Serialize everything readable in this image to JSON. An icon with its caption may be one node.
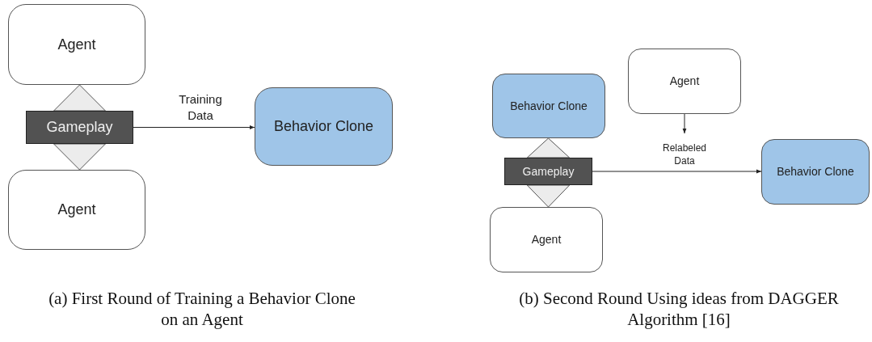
{
  "diagram": {
    "nodes": [
      {
        "text": [
          "Agent"
        ]
      },
      {
        "text": [
          "Gameplay"
        ]
      },
      {
        "text": [
          "Agent"
        ]
      },
      {
        "text": [
          "Behavior Clone"
        ]
      },
      {
        "text": [
          "Behavior Clone"
        ]
      },
      {
        "text": [
          "Agent"
        ]
      },
      {
        "text": [
          "Gameplay"
        ]
      },
      {
        "text": [
          "Agent"
        ]
      },
      {
        "text": [
          "Behavior Clone"
        ]
      }
    ],
    "edges": [
      {
        "from": 1,
        "to": 0,
        "arrow": "to",
        "style": "thick"
      },
      {
        "from": 1,
        "to": 2,
        "arrow": "to",
        "style": "thick"
      },
      {
        "from": 1,
        "to": 3,
        "arrow": "to",
        "label": "Training Data"
      },
      {
        "from": 6,
        "to": 4,
        "arrow": "to",
        "style": "thick"
      },
      {
        "from": 6,
        "to": 7,
        "arrow": "to",
        "style": "thick"
      },
      {
        "from": 5,
        "to": null,
        "arrow": "to"
      },
      {
        "from": 6,
        "to": 8,
        "arrow": "to",
        "label": "Relabeled Data"
      }
    ],
    "labels": [
      "(a) First Round of Training a Behavior Clone on an Agent",
      "(b) Second Round Using ideas from DAGGER Algorithm [16]"
    ]
  }
}
